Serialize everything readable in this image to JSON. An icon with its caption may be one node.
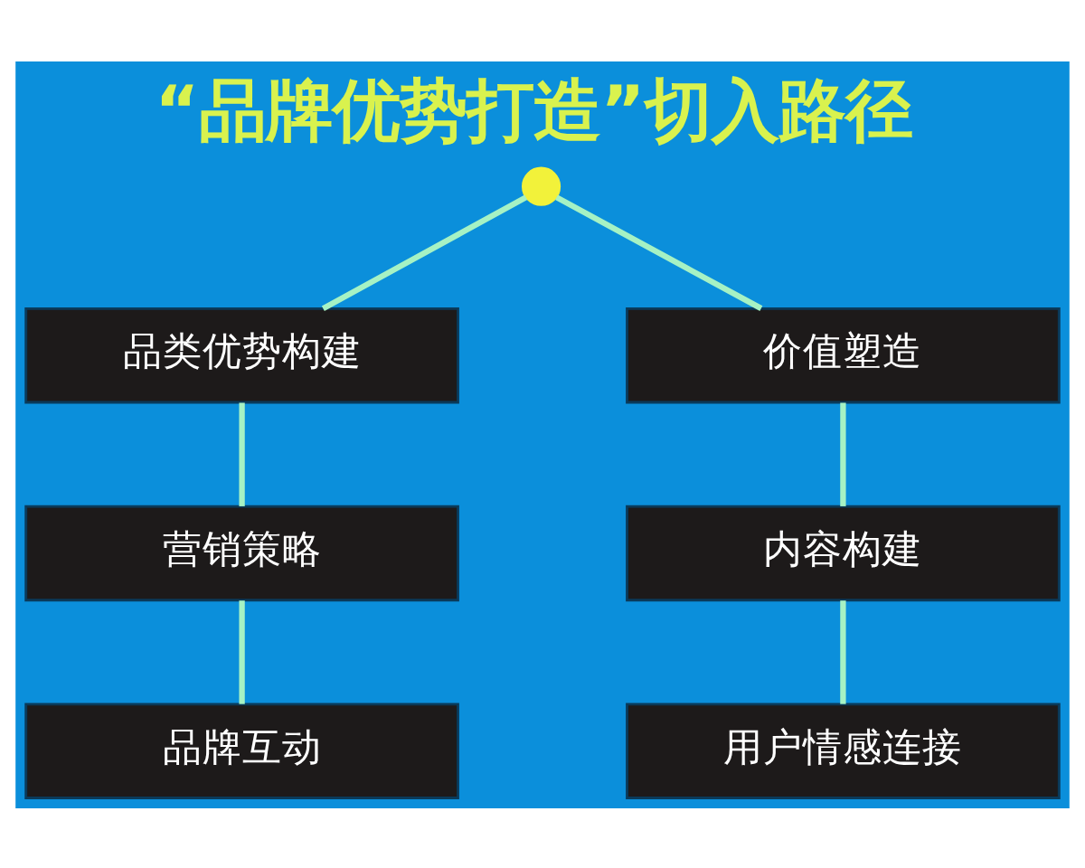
{
  "diagram": {
    "title": "“品牌优势打造”切入路径",
    "nodes": [
      {
        "text": [],
        "shape": "circle"
      },
      {
        "text": [
          "品类优势构建"
        ]
      },
      {
        "text": [
          "价值塑造"
        ]
      },
      {
        "text": [
          "营销策略"
        ]
      },
      {
        "text": [
          "内容构建"
        ]
      },
      {
        "text": [
          "品牌互动"
        ]
      },
      {
        "text": [
          "用户情感连接"
        ]
      }
    ],
    "edges": [
      {
        "from": 0,
        "to": 1,
        "arrow": "none"
      },
      {
        "from": 0,
        "to": 2,
        "arrow": "none"
      },
      {
        "from": 1,
        "to": 3,
        "arrow": "none"
      },
      {
        "from": 3,
        "to": 5,
        "arrow": "none"
      },
      {
        "from": 2,
        "to": 4,
        "arrow": "none"
      },
      {
        "from": 4,
        "to": 6,
        "arrow": "none"
      }
    ]
  }
}
